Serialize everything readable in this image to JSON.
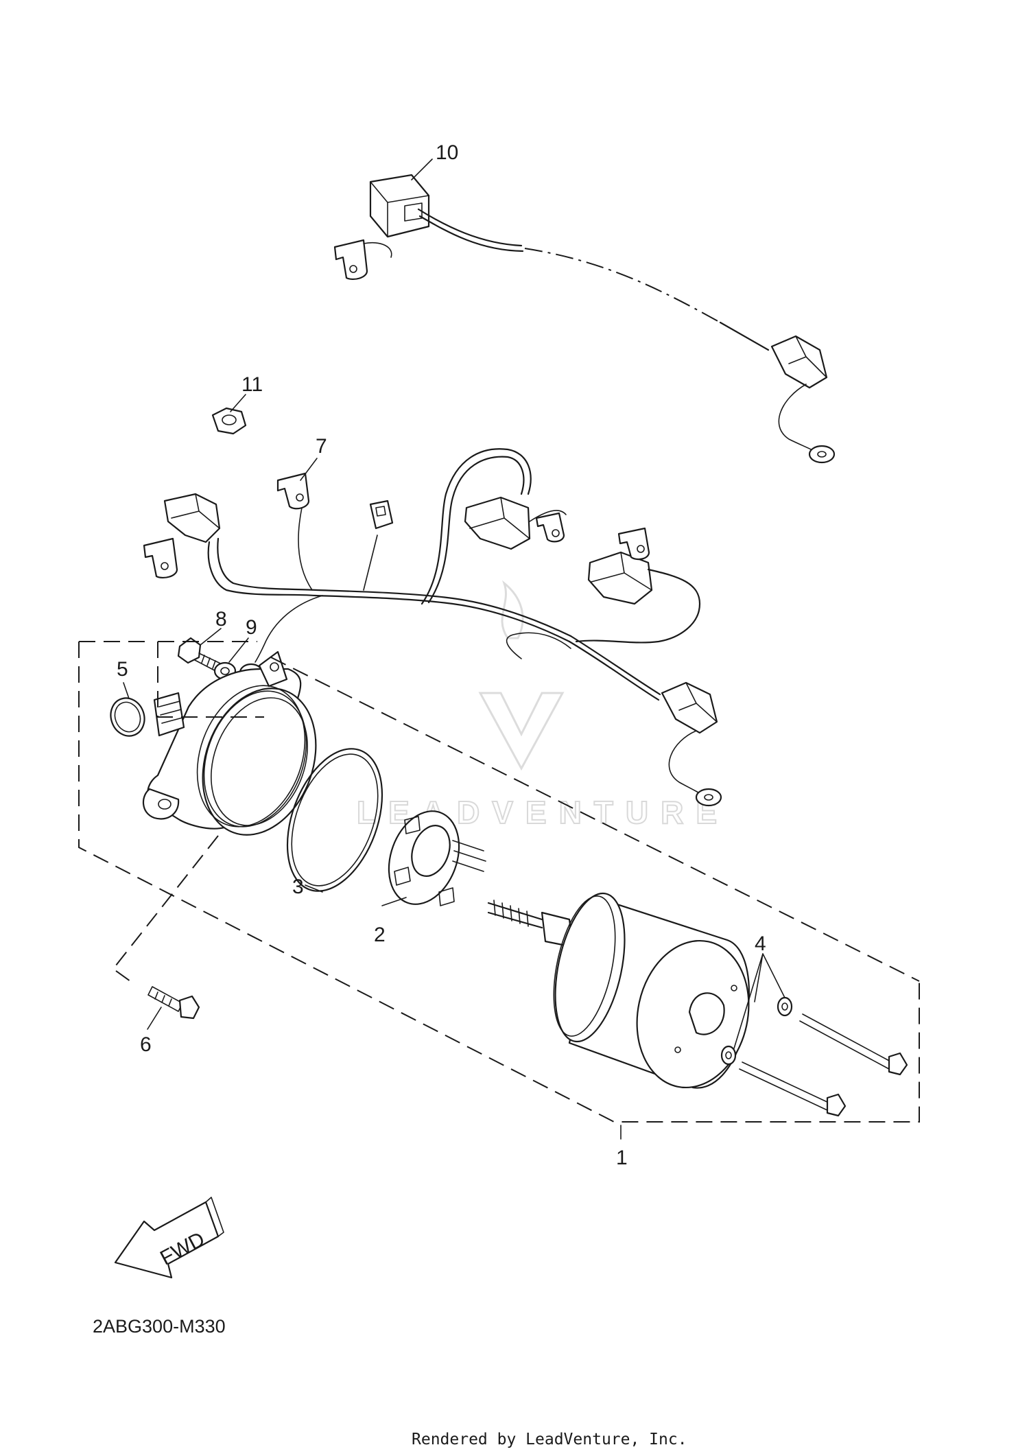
{
  "callouts": [
    {
      "id": "1",
      "text": "1"
    },
    {
      "id": "2",
      "text": "2"
    },
    {
      "id": "3",
      "text": "3"
    },
    {
      "id": "4",
      "text": "4"
    },
    {
      "id": "5",
      "text": "5"
    },
    {
      "id": "6",
      "text": "6"
    },
    {
      "id": "7",
      "text": "7"
    },
    {
      "id": "8",
      "text": "8"
    },
    {
      "id": "9",
      "text": "9"
    },
    {
      "id": "10",
      "text": "10"
    },
    {
      "id": "11",
      "text": "11"
    }
  ],
  "fwd_label": "FWD",
  "diagram_code": "2ABG300-M330",
  "credit": "Rendered by LeadVenture, Inc.",
  "watermark": "LEADVENTURE",
  "colors": {
    "ink": "#1a1a1a",
    "watermark": "#d9d9d9"
  }
}
